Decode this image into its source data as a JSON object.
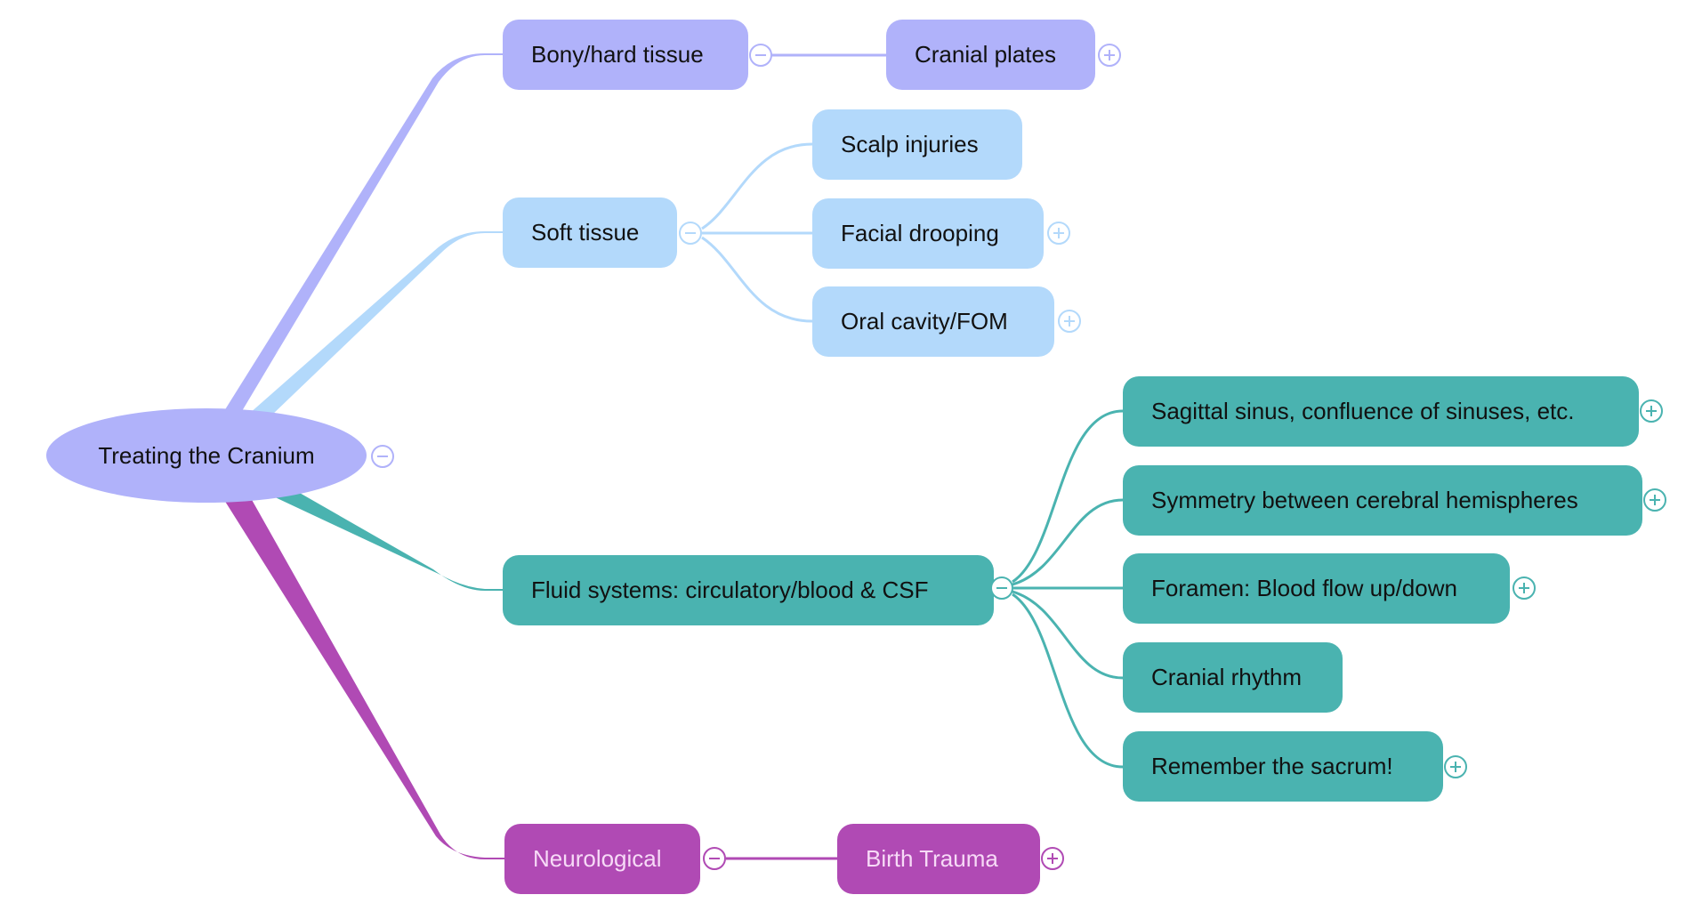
{
  "mindmap": {
    "root": {
      "label": "Treating the Cranium",
      "collapsed": false
    },
    "colors": {
      "root": "#b0b2fa",
      "bony": "#b0b2fa",
      "soft": "#b3d9fb",
      "fluid": "#4ab3b0",
      "neuro": "#b04ab4"
    },
    "branches": [
      {
        "label": "Bony/hard tissue",
        "collapsed": false,
        "children": [
          {
            "label": "Cranial plates",
            "has_hidden_children": true
          }
        ]
      },
      {
        "label": "Soft tissue",
        "collapsed": false,
        "children": [
          {
            "label": "Scalp injuries",
            "has_hidden_children": false
          },
          {
            "label": "Facial drooping",
            "has_hidden_children": true
          },
          {
            "label": "Oral cavity/FOM",
            "has_hidden_children": true
          }
        ]
      },
      {
        "label": "Fluid systems: circulatory/blood & CSF",
        "collapsed": false,
        "children": [
          {
            "label": "Sagittal sinus, confluence of sinuses, etc.",
            "has_hidden_children": true
          },
          {
            "label": "Symmetry between cerebral hemispheres",
            "has_hidden_children": true
          },
          {
            "label": "Foramen: Blood flow up/down",
            "has_hidden_children": true
          },
          {
            "label": "Cranial rhythm",
            "has_hidden_children": false
          },
          {
            "label": "Remember the sacrum!",
            "has_hidden_children": true
          }
        ]
      },
      {
        "label": "Neurological",
        "collapsed": false,
        "children": [
          {
            "label": "Birth Trauma",
            "has_hidden_children": true
          }
        ]
      }
    ]
  }
}
